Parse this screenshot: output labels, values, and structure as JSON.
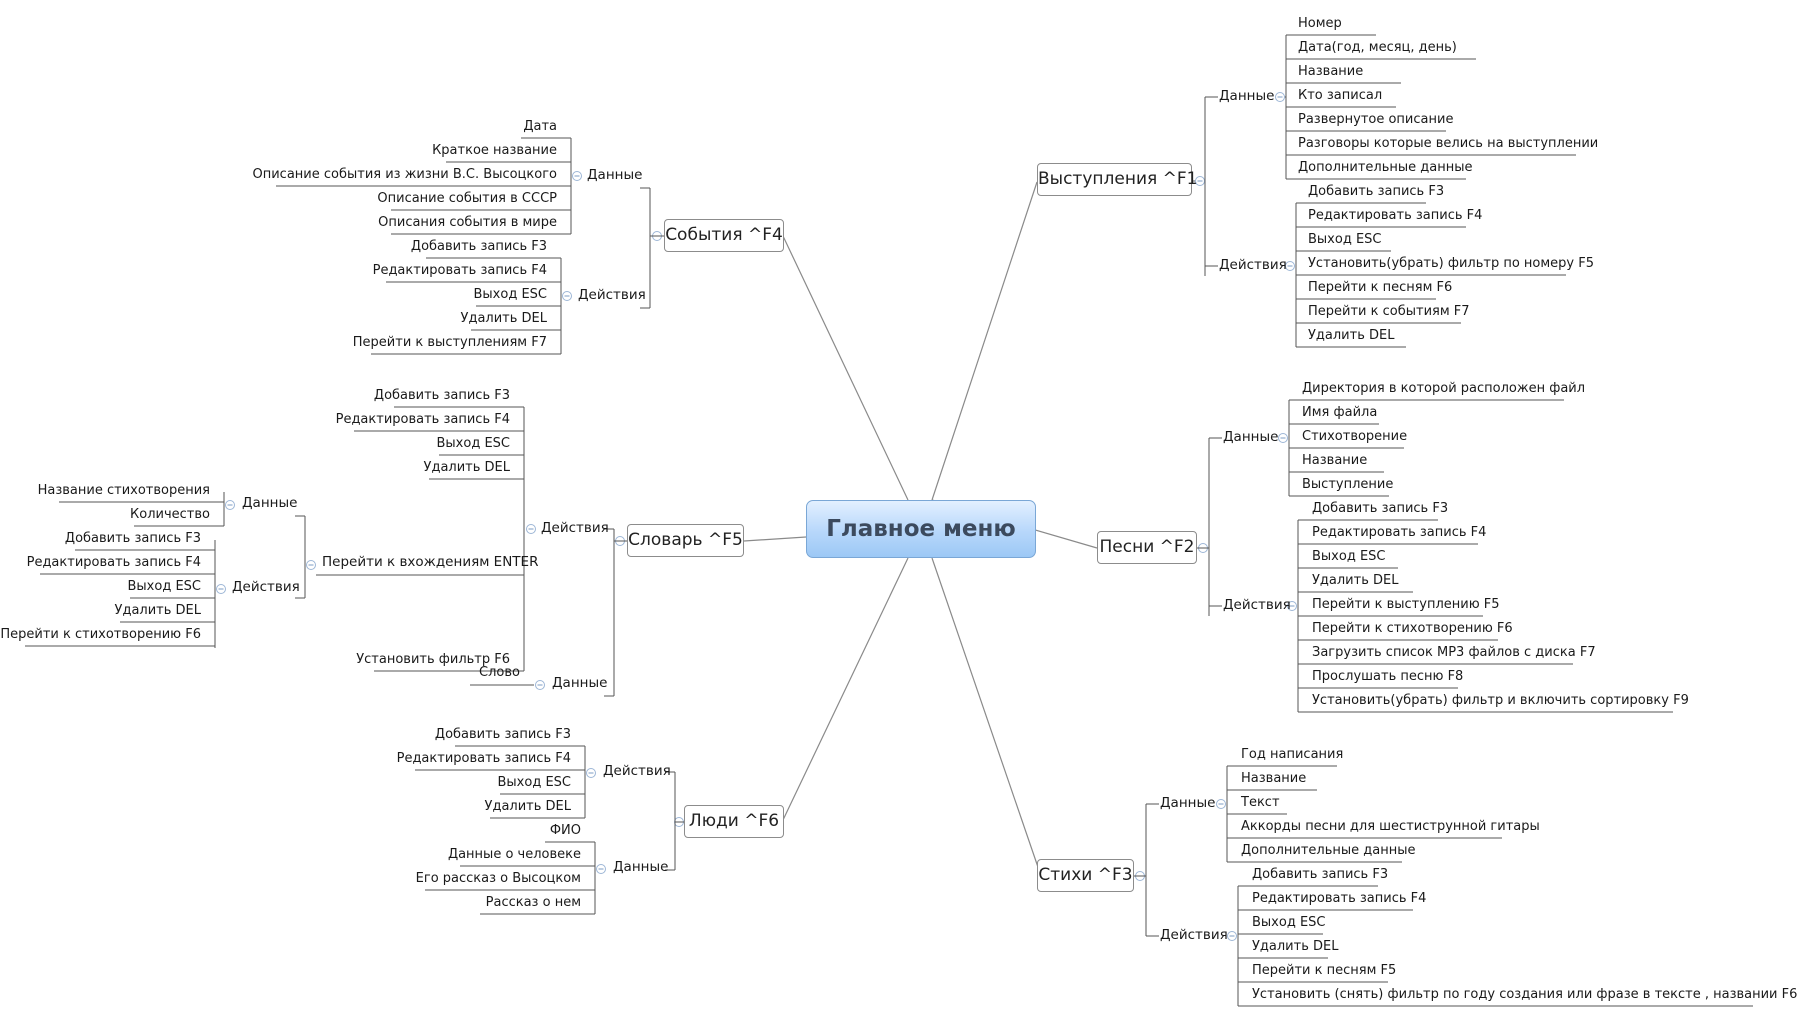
{
  "central": "Главное меню",
  "topics": [
    {
      "id": "vystupleniya",
      "label": "Выступления ^F1",
      "groups": [
        {
          "label": "Данные",
          "items": [
            "Номер",
            "Дата(год, месяц, день)",
            "Название",
            "Кто записал",
            "Развернутое описание",
            "Разговоры которые велись на выступлении",
            "Дополнительные данные"
          ]
        },
        {
          "label": "Действия",
          "items": [
            "Добавить запись F3",
            "Редактировать запись F4",
            "Выход ESC",
            "Установить(убрать) фильтр по номеру F5",
            "Перейти к песням F6",
            "Перейти к событиям F7",
            "Удалить DEL"
          ]
        }
      ]
    },
    {
      "id": "pesni",
      "label": "Песни ^F2",
      "groups": [
        {
          "label": "Данные",
          "items": [
            "Директория в которой расположен файл",
            "Имя файла",
            "Стихотворение",
            "Название",
            "Выступление"
          ]
        },
        {
          "label": "Действия",
          "items": [
            "Добавить запись F3",
            "Редактировать запись F4",
            "Выход ESC",
            "Удалить DEL",
            "Перейти к выступлению F5",
            "Перейти к стихотворению F6",
            "Загрузить список MP3 файлов с диска F7",
            "Прослушать песню F8",
            "Установить(убрать) фильтр и включить сортировку F9"
          ]
        }
      ]
    },
    {
      "id": "stihi",
      "label": "Стихи ^F3",
      "groups": [
        {
          "label": "Данные",
          "items": [
            "Год написания",
            "Название",
            "Текст",
            "Аккорды песни для шестиструнной гитары",
            "Дополнительные данные"
          ]
        },
        {
          "label": "Действия",
          "items": [
            "Добавить запись F3",
            "Редактировать запись F4",
            "Выход ESC",
            "Удалить DEL",
            "Перейти к песням F5",
            "Установить (снять) фильтр по году создания или фразе в тексте , названии F6"
          ]
        }
      ]
    },
    {
      "id": "sobytiya",
      "label": "События ^F4",
      "groups": [
        {
          "label": "Данные",
          "items": [
            "Дата",
            "Краткое название",
            "Описание события из жизни  В.С. Высоцкого",
            "Описание события в СССР",
            "Описания события в мире"
          ]
        },
        {
          "label": "Действия",
          "items": [
            "Добавить запись F3",
            "Редактировать запись F4",
            "Выход ESC",
            "Удалить DEL",
            "Перейти к выступлениям F7"
          ]
        }
      ]
    },
    {
      "id": "slovar",
      "label": "Словарь ^F5",
      "groups": [
        {
          "label": "Действия",
          "items": [
            "Добавить запись F3",
            "Редактировать запись F4",
            "Выход ESC",
            "Удалить DEL",
            "Установить фильтр F6"
          ]
        },
        {
          "label": "Перейти к вхождениям ENTER",
          "subgroups": [
            {
              "label": "Данные",
              "items": [
                "Название стихотворения",
                "Количество"
              ]
            },
            {
              "label": "Действия",
              "items": [
                "Добавить запись F3",
                "Редактировать запись F4",
                "Выход ESC",
                "Удалить DEL",
                "Перейти к стихотворению F6"
              ]
            }
          ]
        },
        {
          "label": "Данные",
          "items": [
            "Слово"
          ]
        }
      ]
    },
    {
      "id": "lyudi",
      "label": "Люди ^F6",
      "groups": [
        {
          "label": "Действия",
          "items": [
            "Добавить запись F3",
            "Редактировать запись F4",
            "Выход ESC",
            "Удалить DEL"
          ]
        },
        {
          "label": "Данные",
          "items": [
            "ФИО",
            "Данные о человеке",
            "Его рассказ о Высоцком",
            "Рассказ о нем"
          ]
        }
      ]
    }
  ],
  "colors": {
    "central_fill": "#9cc8f5",
    "central_text": "#3c4a5e",
    "line": "#555555",
    "fold_marker": "#7d9cc4"
  }
}
